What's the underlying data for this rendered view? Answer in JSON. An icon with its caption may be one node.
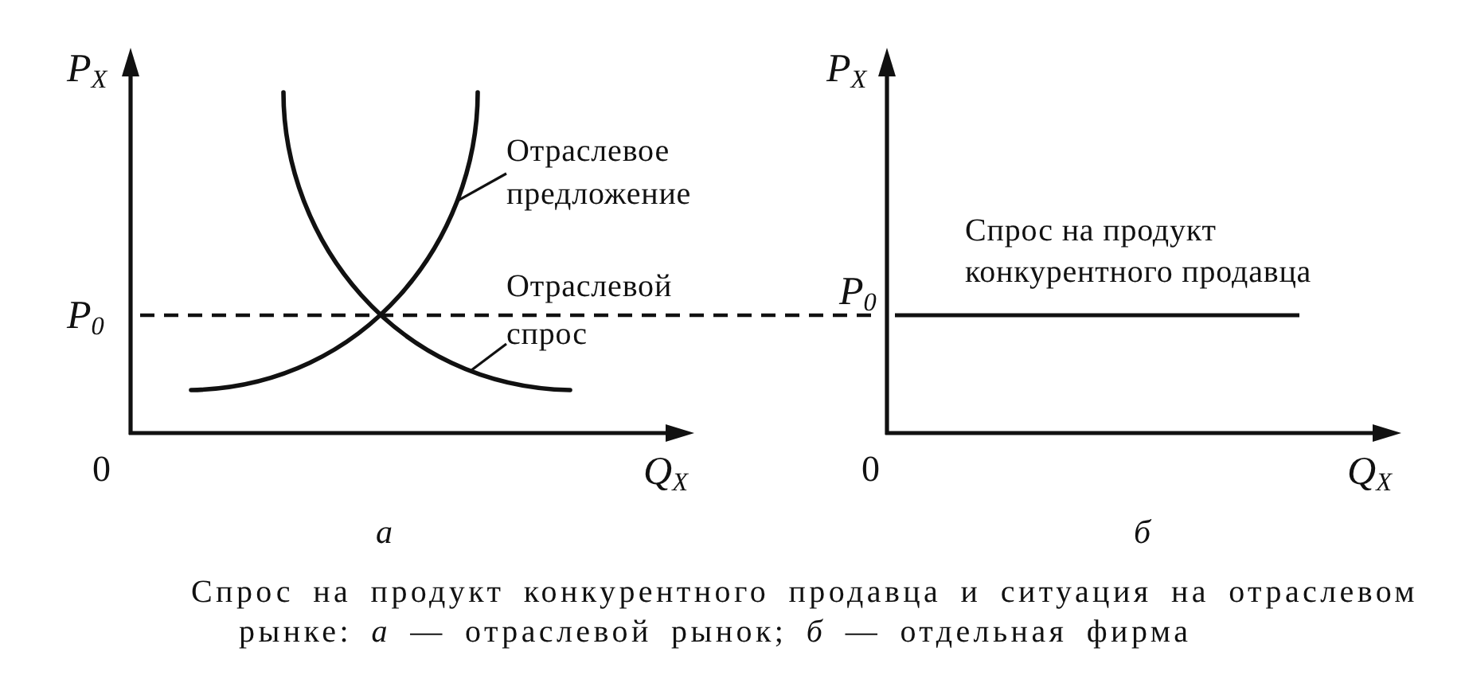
{
  "diagram": {
    "caption": "Спрос на продукт конкурентного продавца и ситуация на отраслевом рынке: *а* — отраслевой рынок; *б* — отдельная фирма",
    "nodes": [
      {
        "text": [
          "Отраслевое предложение"
        ]
      },
      {
        "text": [],
        "shape": "curve"
      },
      {
        "text": [
          "Отраслевой спрос"
        ]
      },
      {
        "text": [],
        "shape": "curve"
      }
    ],
    "edges": [
      {
        "from": 0,
        "to": 1,
        "arrow": "none"
      },
      {
        "from": 2,
        "to": 3,
        "arrow": "none"
      }
    ],
    "labels": [
      "P$_{X}$",
      "P$_{0}$",
      "0",
      "Q$_{X}$",
      "а",
      "P$_{X}$",
      "P$_{0}$",
      "Спрос на продукт конкурентного продавца",
      "0",
      "Q$_{X}$",
      "б"
    ]
  }
}
